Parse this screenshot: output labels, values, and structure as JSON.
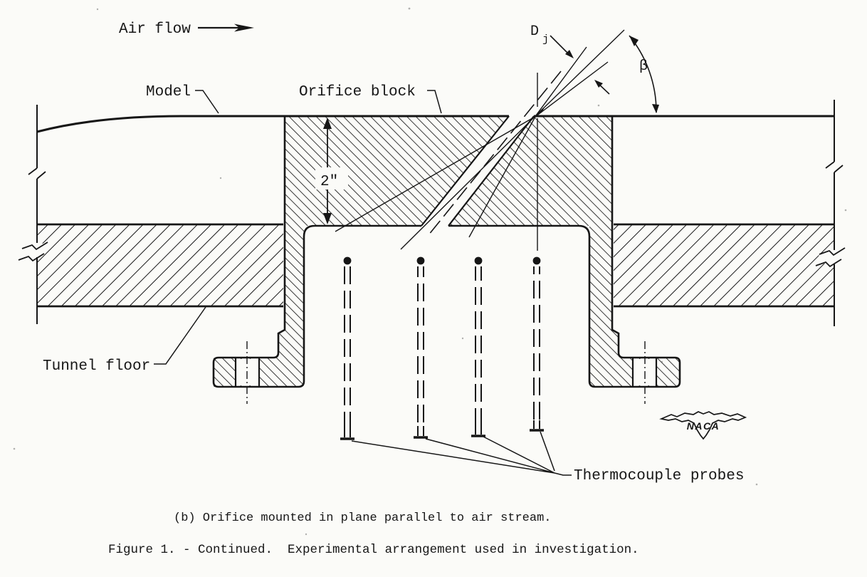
{
  "labels": {
    "air_flow": "Air flow",
    "model": "Model",
    "orifice_block": "Orifice block",
    "tunnel_floor": "Tunnel floor",
    "thermocouple_probes": "Thermocouple probes",
    "thickness_dimension": "2\"",
    "jet_diameter_symbol": "D",
    "jet_diameter_subscript": "j",
    "jet_angle_symbol": "β",
    "naca_logo": "NACA"
  },
  "captions": {
    "subcaption": "(b) Orifice mounted in plane parallel to air stream.",
    "figure": "Figure 1. - Continued.  Experimental arrangement used in investigation."
  },
  "drawing": {
    "probe_count": 4,
    "ink_color": "#161616",
    "paper_color": "#fbfbf8",
    "hatch_block_direction": "backslash",
    "hatch_floor_direction": "slash"
  }
}
